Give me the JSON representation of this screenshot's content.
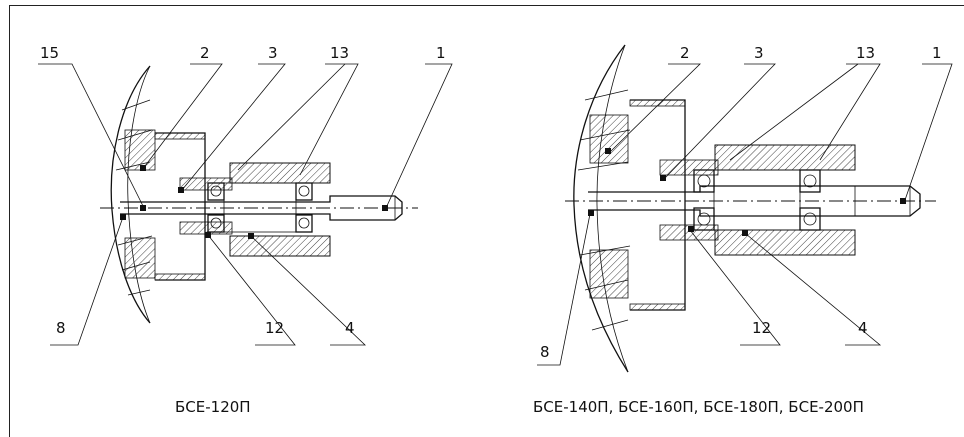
{
  "left": {
    "labels": [
      "15",
      "2",
      "3",
      "13",
      "1",
      "8",
      "12",
      "4"
    ],
    "caption": "БСЕ-120П"
  },
  "right": {
    "labels": [
      "2",
      "3",
      "13",
      "1",
      "8",
      "12",
      "4"
    ],
    "caption": "БСЕ-140П, БСЕ-160П, БСЕ-180П, БСЕ-200П"
  }
}
